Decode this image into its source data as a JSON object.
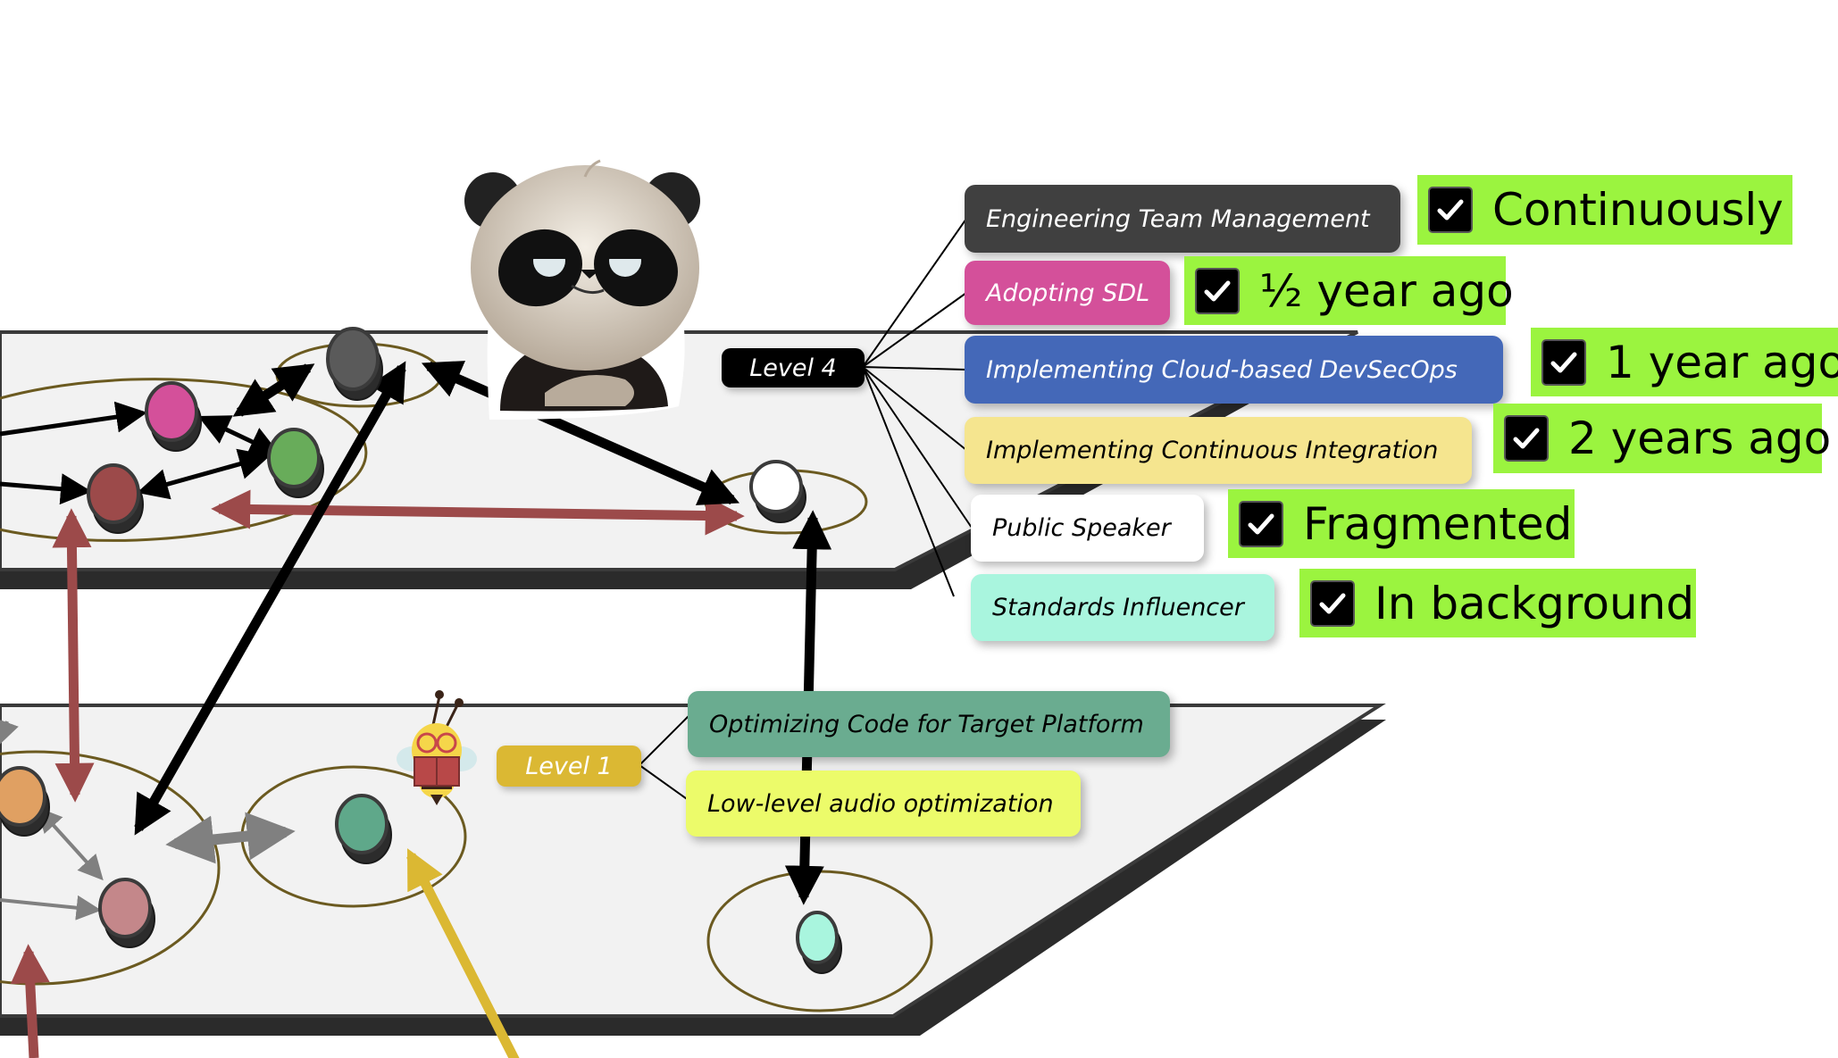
{
  "diagram": {
    "levels": {
      "top": {
        "label": "Level 4",
        "skills": [
          {
            "name": "Engineering Team Management",
            "status": "Continuously",
            "checked": true,
            "color": "#404040",
            "text_color": "#ffffff"
          },
          {
            "name": "Adopting SDL",
            "status": "½ year ago",
            "checked": true,
            "color": "#d4509a",
            "text_color": "#ffffff"
          },
          {
            "name": "Implementing Cloud-based DevSecOps",
            "status": "1 year ago",
            "checked": true,
            "color": "#4468b8",
            "text_color": "#ffffff"
          },
          {
            "name": "Implementing Continuous Integration",
            "status": "2 years ago",
            "checked": true,
            "color": "#f5e58f",
            "text_color": "#000000"
          },
          {
            "name": "Public Speaker",
            "status": "Fragmented",
            "checked": true,
            "color": "#ffffff",
            "text_color": "#000000"
          },
          {
            "name": "Standards Influencer",
            "status": "In background",
            "checked": true,
            "color": "#a9f5de",
            "text_color": "#000000"
          }
        ],
        "badge_color": "#000000",
        "mascot": "panda"
      },
      "bottom": {
        "label": "Level 1",
        "skills": [
          {
            "name": "Optimizing Code for Target Platform",
            "color": "#6aac90",
            "text_color": "#000000"
          },
          {
            "name": "Low-level audio optimization",
            "color": "#ecfb6a",
            "text_color": "#000000"
          }
        ],
        "badge_color": "#dbb833",
        "mascot": "bee"
      }
    },
    "nodes": {
      "top_plane": [
        {
          "id": "dark-gray",
          "color": "#5a5a5a"
        },
        {
          "id": "pink",
          "color": "#d4509a"
        },
        {
          "id": "green",
          "color": "#68ac5a"
        },
        {
          "id": "red",
          "color": "#9c4a4a"
        },
        {
          "id": "white",
          "color": "#ffffff"
        }
      ],
      "bottom_plane": [
        {
          "id": "orange",
          "color": "#e0a062"
        },
        {
          "id": "rose",
          "color": "#c4878a"
        },
        {
          "id": "teal",
          "color": "#5fa88a"
        },
        {
          "id": "aqua",
          "color": "#a9f5de"
        }
      ]
    },
    "colors": {
      "plane_fill": "#f2f2f2",
      "plane_edge": "#2b2b2b",
      "cluster_outline": "#6b5a20",
      "status_highlight": "#9bf43f",
      "arrow_black": "#000000",
      "arrow_red": "#9c4a4a",
      "arrow_gray": "#808080",
      "arrow_yellow": "#dbb833"
    }
  }
}
